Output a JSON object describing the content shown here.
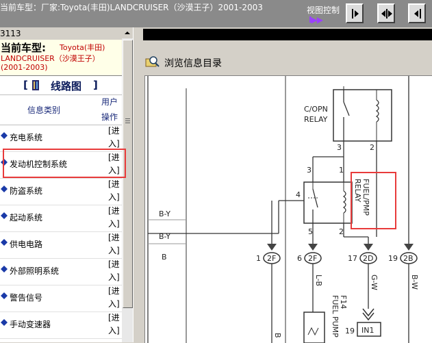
{
  "topbar": {
    "title": "当前车型：厂家:Toyota(丰田)LANDCRUISER（沙漠王子）2001-2003",
    "view_control_label": "视图控制",
    "view_icon_text": "I▶▶"
  },
  "sidebar": {
    "id_text": "3113",
    "car_label": "当前车型:",
    "car_make": "Toyota(丰田)",
    "car_model": "LANDCRUISER（沙漠王子）",
    "car_years": "(2001-2003)",
    "section_title": "线路图",
    "section_bracket_open": "[",
    "section_bracket_close": "]",
    "col_category": "信息类别",
    "col_user_line1": "用户",
    "col_user_line2": "操作",
    "items": [
      {
        "label": "充电系统",
        "action1": "[进",
        "action2": "入]"
      },
      {
        "label": "发动机控制系统",
        "action1": "[进",
        "action2": "入]"
      },
      {
        "label": "防盗系统",
        "action1": "[进",
        "action2": "入]"
      },
      {
        "label": "起动系统",
        "action1": "[进",
        "action2": "入]"
      },
      {
        "label": "供电电路",
        "action1": "[进",
        "action2": "入]"
      },
      {
        "label": "外部照明系统",
        "action1": "[进",
        "action2": "入]"
      },
      {
        "label": "警告信号",
        "action1": "[进",
        "action2": "入]"
      },
      {
        "label": "手动变速器",
        "action1": "[进",
        "action2": "入]"
      }
    ]
  },
  "main": {
    "browse_label": "浏览信息目录"
  },
  "diagram": {
    "relay1_line1": "C/OPN",
    "relay1_line2": "RELAY",
    "relay2_line1": "FUEL/PMP",
    "relay2_line2": "RELAY",
    "pin_3a": "3",
    "pin_2a": "2",
    "pin_3b": "3",
    "pin_1b": "1",
    "pin_4": "4",
    "pin_5": "5",
    "pin_2b": "2",
    "wire_by1": "B-Y",
    "wire_by2": "B-Y",
    "wire_b": "B",
    "conn1_num": "1",
    "conn1_label": "2F",
    "conn2_num": "6",
    "conn2_label": "2F",
    "conn3_num": "17",
    "conn3_label": "2D",
    "conn4_num": "19",
    "conn4_label": "2B",
    "wire_lb": "L-B",
    "wire_gw": "G-W",
    "wire_bw": "B-W",
    "f14": "F14",
    "fuel_pump": "FUEL PUMP",
    "in1_num": "19",
    "in1_label": "IN1",
    "wire_bottom": "B"
  },
  "colors": {
    "highlight": "#e83a3a",
    "topbar_bg": "#8a8a8a",
    "car_text": "#c00000",
    "heading_text": "#1a2a7a"
  }
}
